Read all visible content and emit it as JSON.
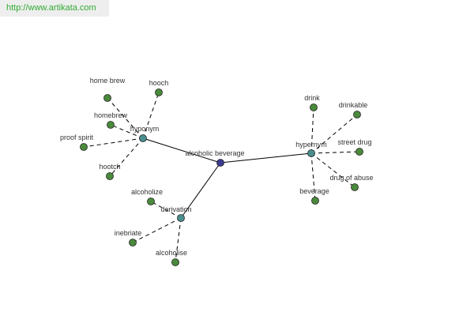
{
  "header": {
    "site_url": "http://www.artikata.com"
  },
  "colors": {
    "center_node": "#3b3b8f",
    "category_node": "#4a8f8f",
    "leaf_node": "#4a8a3c",
    "edge": "#000000",
    "label": "#333333",
    "header_bg": "#eeeeee",
    "url_text": "#33aa33"
  },
  "graph": {
    "center": {
      "id": "center",
      "label": "alcoholic beverage"
    },
    "categories": [
      {
        "id": "hyponym",
        "label": "hyponym"
      },
      {
        "id": "hypernym",
        "label": "hypernym"
      },
      {
        "id": "derivation",
        "label": "derivation"
      }
    ],
    "leaves": {
      "hyponym": [
        "home brew",
        "hooch",
        "homebrew",
        "proof spirit",
        "hootch"
      ],
      "hypernym": [
        "drink",
        "drinkable",
        "street drug",
        "drug of abuse",
        "beverage"
      ],
      "derivation": [
        "alcoholize",
        "inebriate",
        "alcoholise"
      ]
    }
  }
}
